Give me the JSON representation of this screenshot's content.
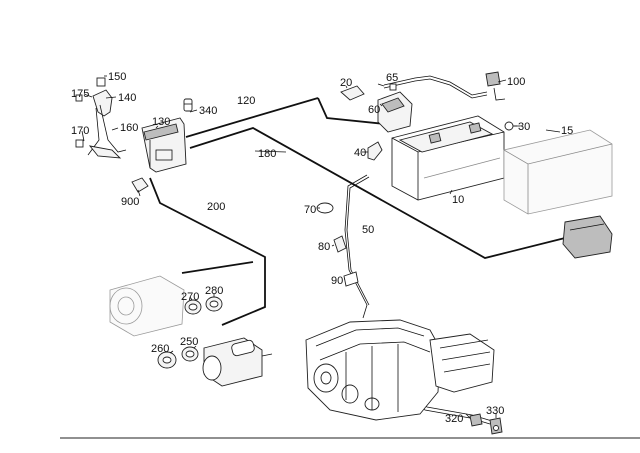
{
  "diagram": {
    "labels": {
      "p10": "10",
      "p15": "15",
      "p20": "20",
      "p30": "30",
      "p40": "40",
      "p50": "50",
      "p60": "60",
      "p65": "65",
      "p70": "70",
      "p80": "80",
      "p90": "90",
      "p100": "100",
      "p120": "120",
      "p130": "130",
      "p140": "140",
      "p150": "150",
      "p160": "160",
      "p170": "170",
      "p175": "175",
      "p180": "180",
      "p200": "200",
      "p250": "250",
      "p260": "260",
      "p270": "270",
      "p280": "280",
      "p320": "320",
      "p330": "330",
      "p340": "340",
      "p900": "900"
    }
  }
}
